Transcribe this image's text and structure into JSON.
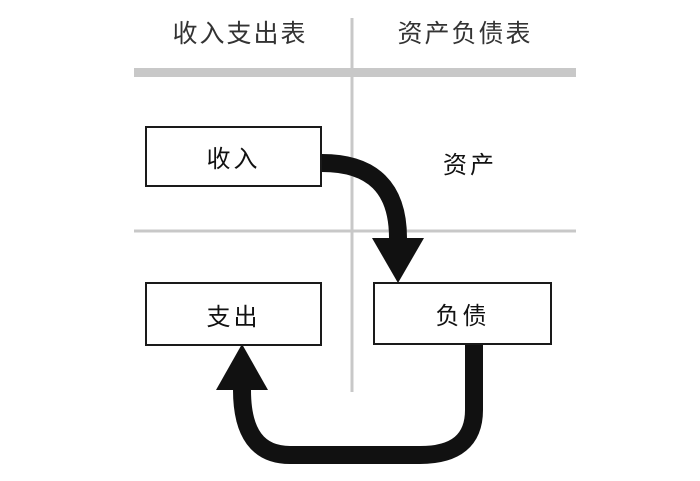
{
  "headers": {
    "left": "收入支出表",
    "right": "资产负债表"
  },
  "boxes": {
    "income": "收入",
    "expense": "支出",
    "liability": "负债"
  },
  "cells": {
    "asset": "资产"
  },
  "colors": {
    "grid": "#c8c8c8",
    "arrow": "#111111",
    "border": "#1a1a1a"
  }
}
